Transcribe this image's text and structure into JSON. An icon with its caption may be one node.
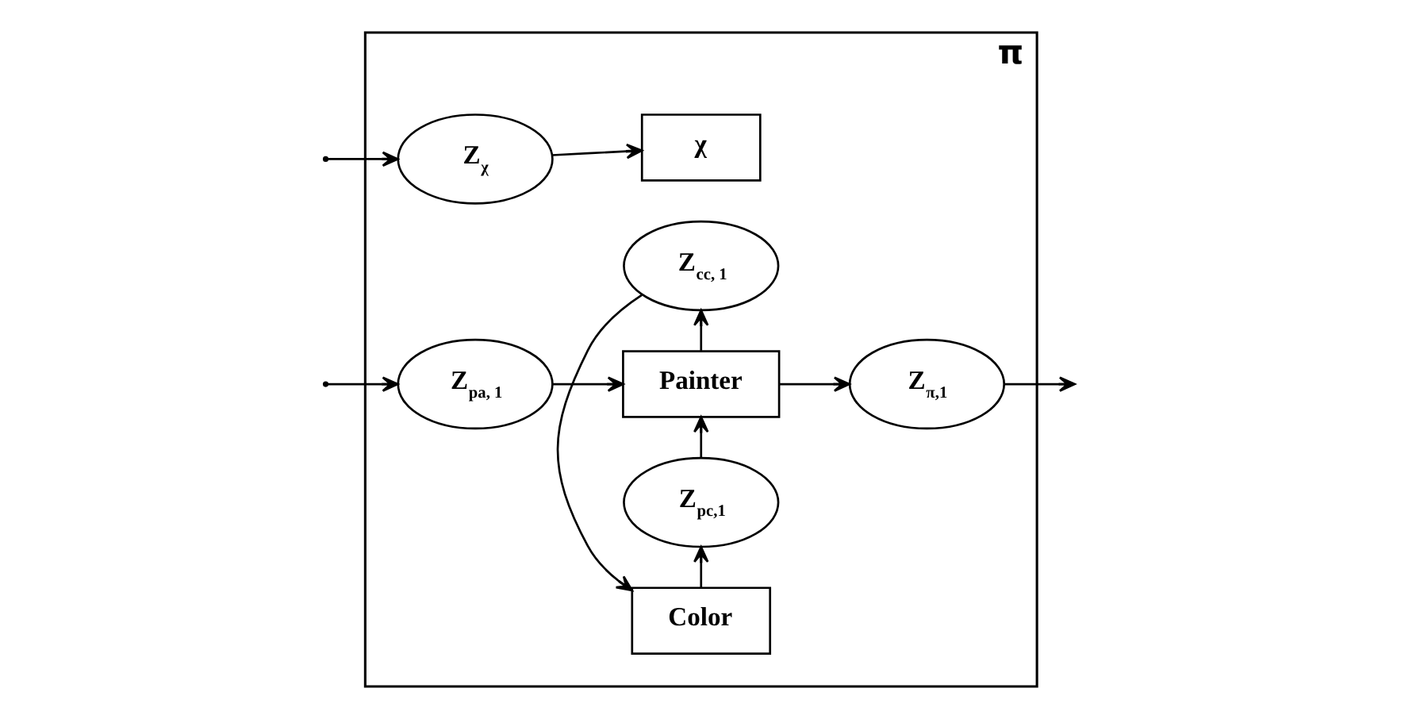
{
  "diagram": {
    "nodes": [
      {
        "text": [
          "π"
        ]
      },
      {
        "text": [
          "Z$_{χ}$"
        ],
        "in": 0
      },
      {
        "text": [
          "χ"
        ],
        "in": 0
      },
      {
        "text": [
          "Z$_{pa, 1}$"
        ],
        "in": 0
      },
      {
        "text": [
          "Painter"
        ],
        "in": 0
      },
      {
        "text": [
          "Z$_{π,1}$"
        ],
        "in": 0
      },
      {
        "text": [
          "Z$_{cc, 1}$"
        ],
        "in": 0
      },
      {
        "text": [
          "Z$_{pc,1}$"
        ],
        "in": 0
      },
      {
        "text": [
          "Color"
        ],
        "in": 0
      }
    ],
    "edges": [
      {
        "from": null,
        "to": 1,
        "arrow": "to"
      },
      {
        "from": null,
        "to": 3,
        "arrow": "to"
      },
      {
        "from": 1,
        "to": 2,
        "arrow": "to"
      },
      {
        "from": 3,
        "to": 4,
        "arrow": "to"
      },
      {
        "from": 4,
        "to": 5,
        "arrow": "to"
      },
      {
        "from": 5,
        "to": null,
        "arrow": "to"
      },
      {
        "from": 4,
        "to": 6,
        "arrow": "to"
      },
      {
        "from": 7,
        "to": 4,
        "arrow": "to"
      },
      {
        "from": 6,
        "to": 8,
        "arrow": "to"
      },
      {
        "from": 8,
        "to": 7,
        "arrow": "to"
      }
    ]
  }
}
